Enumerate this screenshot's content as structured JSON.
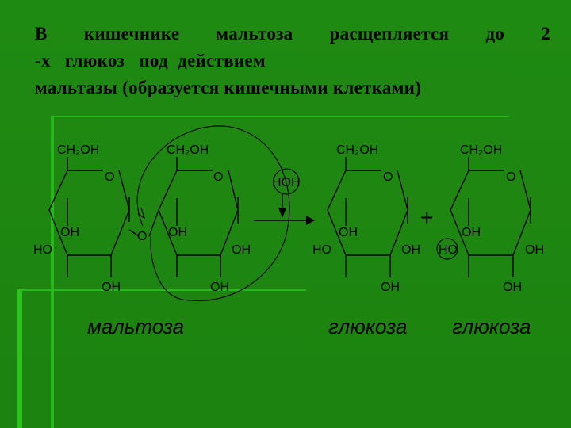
{
  "slide": {
    "title_lines": [
      "В  кишечнике  мальтоза  расщепляется  до  2",
      "-х   глюкоз   под  действием",
      "мальтазы (образуется кишечными клетками)"
    ]
  },
  "diagram": {
    "labels": {
      "ch2oh": "CH₂OH",
      "ring_o": "O",
      "oh": "OH",
      "ho": "HO",
      "bridge_o": "O",
      "water": "HOH",
      "plus": "+"
    },
    "captions": {
      "maltose": "мальтоза",
      "glucose_1": "глюкоза",
      "glucose_2": "глюкоза"
    }
  }
}
